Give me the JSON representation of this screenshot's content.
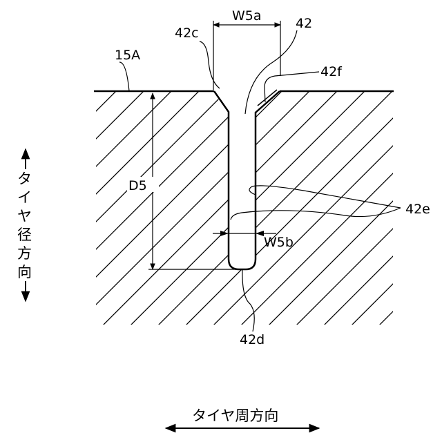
{
  "labels": {
    "surface": "15A",
    "groove": "42",
    "edge_left": "42c",
    "edge_right": "42f",
    "bottom": "42d",
    "wall": "42e",
    "width_top": "W5a",
    "width_bottom": "W5b",
    "depth": "D5"
  },
  "axes": {
    "radial_chars": [
      "タ",
      "イ",
      "ヤ",
      "径",
      "方",
      "向"
    ],
    "circumferential": "タイヤ周方向"
  }
}
